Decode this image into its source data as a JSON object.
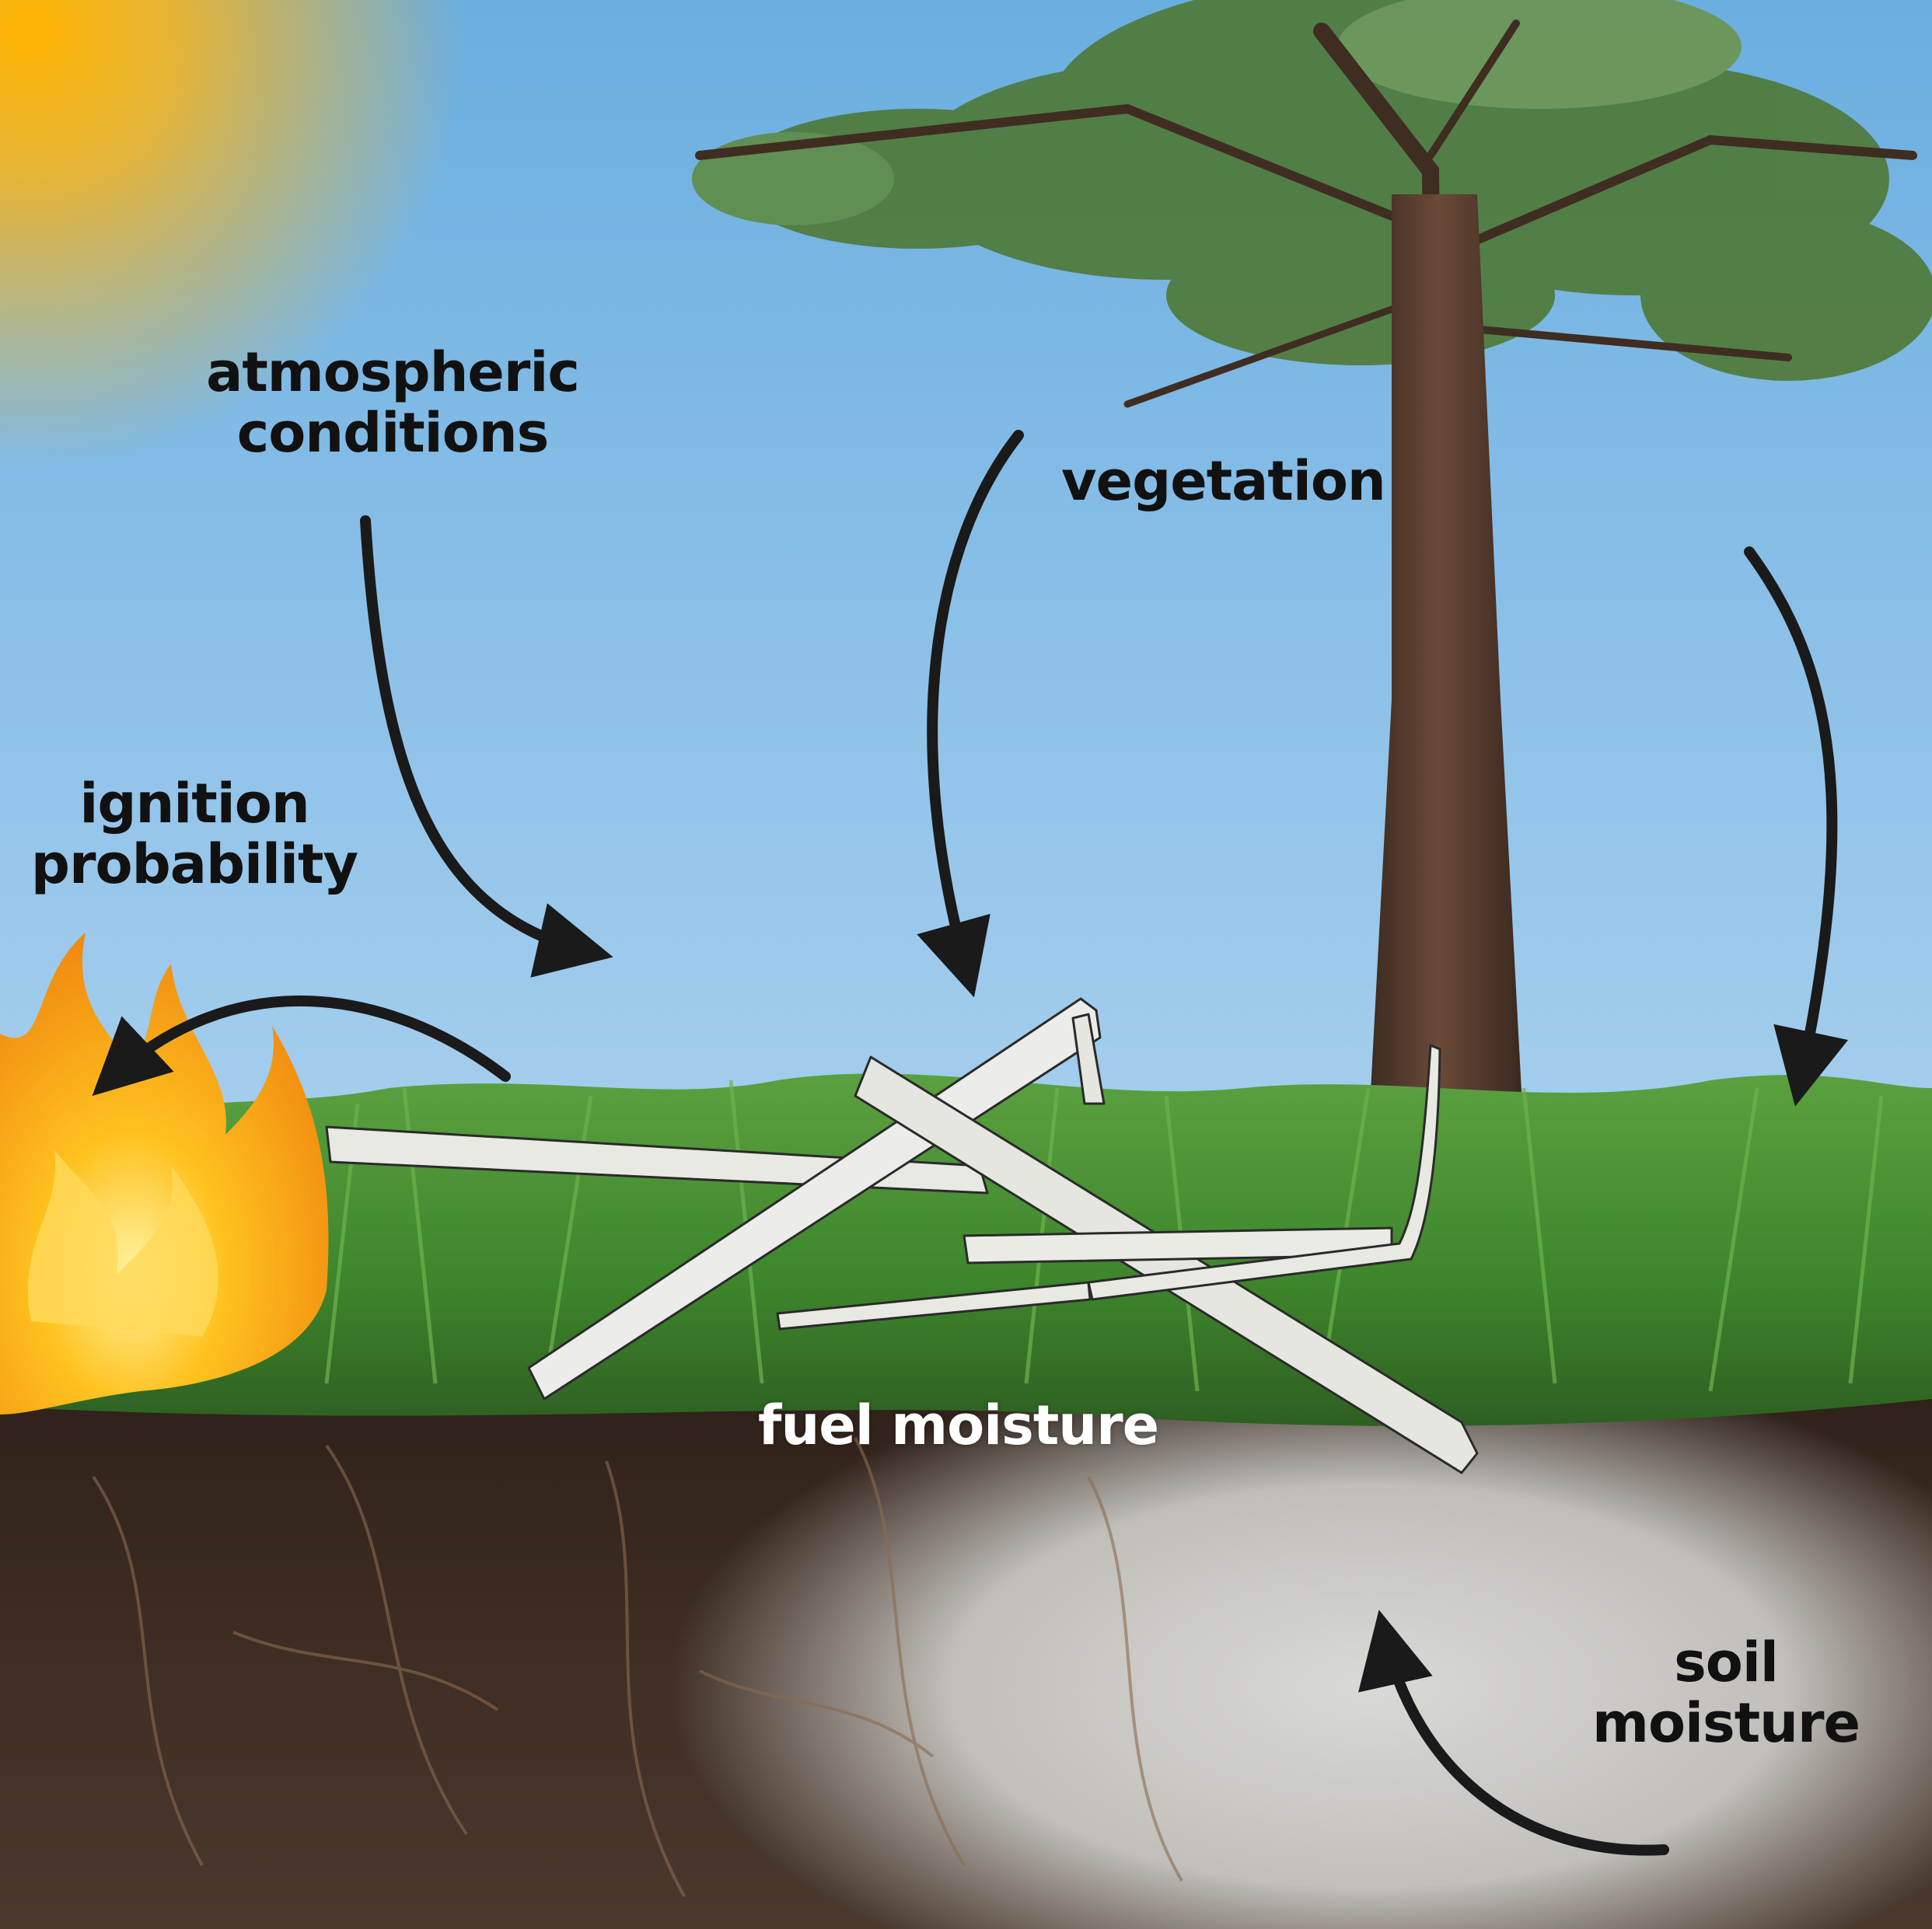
{
  "labels": {
    "atmospheric": [
      "atmospheric",
      "conditions"
    ],
    "vegetation": "vegetation",
    "ignition": [
      "ignition",
      "probability"
    ],
    "fuel": "fuel moisture",
    "soil": [
      "soil",
      "moisture"
    ]
  },
  "colors": {
    "sky_top": "#6aaee0",
    "sky_bottom": "#a4cdee",
    "sun": "#f8b41c",
    "grass": "#3f8a2c",
    "soil_dark": "#3a2a1f",
    "soil_moist": "#c8c8c4",
    "trunk": "#4e3629",
    "foliage": "#4f7a3a",
    "flame": "#f7a51f",
    "arrow": "#1a1a1a",
    "fuel_sticks": "#e9e9e4"
  }
}
